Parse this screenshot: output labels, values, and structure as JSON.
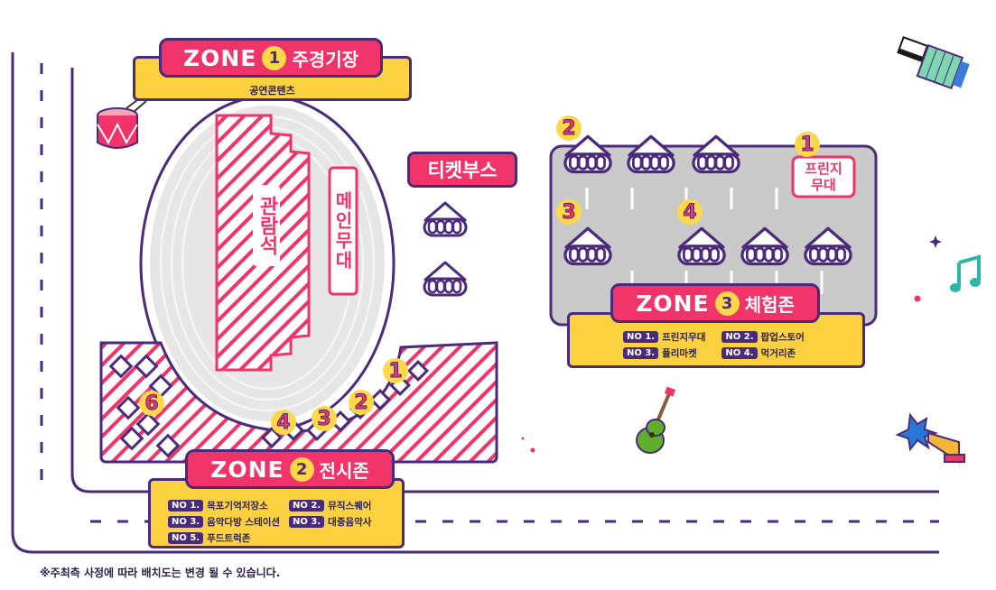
{
  "zone1": {
    "title_prefix": "ZONE",
    "number": "1",
    "name": "주경기장",
    "subtitle": "공연콘텐츠",
    "seating": "관람석",
    "main_stage": "메인무대"
  },
  "ticket_booth": "티켓부스",
  "zone2": {
    "title_prefix": "ZONE",
    "number": "2",
    "name": "전시존",
    "markers": [
      "1",
      "2",
      "3",
      "4",
      "6"
    ],
    "items": [
      {
        "tag": "NO 1.",
        "label": "목포기억저장소"
      },
      {
        "tag": "NO 2.",
        "label": "뮤직스퀘어"
      },
      {
        "tag": "NO 3.",
        "label": "음악다방 스테이션"
      },
      {
        "tag": "NO 3.",
        "label": "대중음악사"
      },
      {
        "tag": "NO 5.",
        "label": "푸드트럭존"
      }
    ]
  },
  "zone3": {
    "title_prefix": "ZONE",
    "number": "3",
    "name": "체험존",
    "markers": [
      "1",
      "2",
      "3",
      "4"
    ],
    "fringe_stage": "프린지무대",
    "items": [
      {
        "tag": "NO 1.",
        "label": "프린지무대"
      },
      {
        "tag": "NO 2.",
        "label": "팝업스토어"
      },
      {
        "tag": "NO 3.",
        "label": "플리마켓"
      },
      {
        "tag": "NO 4.",
        "label": "먹거리존"
      }
    ]
  },
  "footnote": "※주최측 사정에 따라 배치도는 변경 될 수 있습니다.",
  "decorations": [
    "accordion-icon",
    "drum-icon",
    "music-note-icon",
    "guitar-icon",
    "trumpet-icon",
    "sparkle-icon"
  ],
  "colors": {
    "pink": "#f0346a",
    "purple": "#4a2a7a",
    "yellow": "#fcd13f",
    "gray": "#c9c9c9"
  }
}
